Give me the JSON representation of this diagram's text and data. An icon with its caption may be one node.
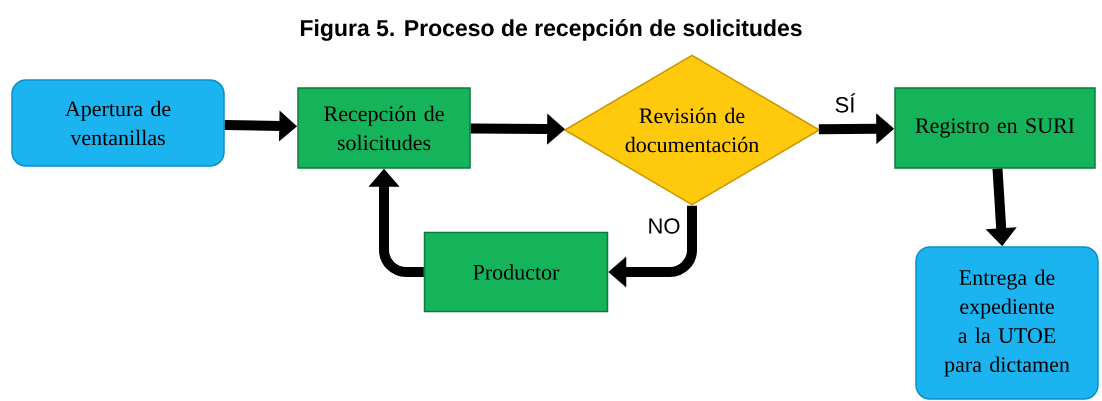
{
  "diagram": {
    "title": "Figura 5. Proceso de recepción de solicitudes",
    "nodes": [
      {
        "text": [
          "Apertura de ventanillas"
        ]
      },
      {
        "text": [
          "Recepción de solicitudes"
        ]
      },
      {
        "text": [
          "Revisión de documentación"
        ]
      },
      {
        "text": [
          "Registro en SURI"
        ]
      },
      {
        "text": [
          "Productor"
        ]
      },
      {
        "text": [
          "Entrega de expediente a la UTOE para dictamen"
        ]
      }
    ],
    "edges": [
      {
        "from": 0,
        "to": 1,
        "arrow": "to"
      },
      {
        "from": 1,
        "to": 2,
        "arrow": "to"
      },
      {
        "from": 2,
        "to": 3,
        "arrow": "to",
        "label": "SÍ"
      },
      {
        "from": 2,
        "to": 4,
        "arrow": "to",
        "label": "NO"
      },
      {
        "from": 4,
        "to": 1,
        "arrow": "to"
      },
      {
        "from": 3,
        "to": 5,
        "arrow": "to"
      }
    ]
  }
}
